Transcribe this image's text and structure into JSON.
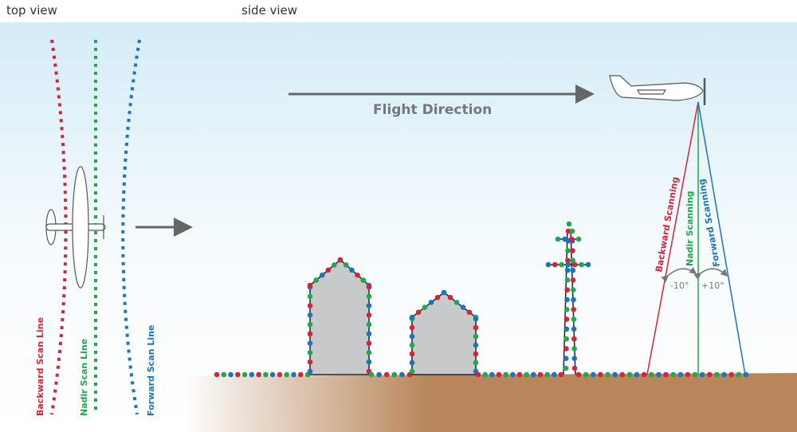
{
  "labels": {
    "top_view": "top view",
    "side_view": "side view",
    "flight_direction": "Flight Direction",
    "backward_scan_line": "Backward Scan Line",
    "nadir_scan_line": "Nadir Scan Line",
    "forward_scan_line": "Forward Scan Line",
    "backward_scanning": "Backward Scanning",
    "nadir_scanning": "Nadir Scanning",
    "forward_scanning": "Forward Scanning",
    "angle_backward": "-10°",
    "angle_forward": "+10°"
  },
  "colors": {
    "backward": "#d0253a",
    "nadir": "#22a84a",
    "forward": "#1c74bb",
    "ground": "#b8865a",
    "building": "#c8c9cb",
    "arrow": "#666666",
    "sky": "#d4ecf7"
  }
}
